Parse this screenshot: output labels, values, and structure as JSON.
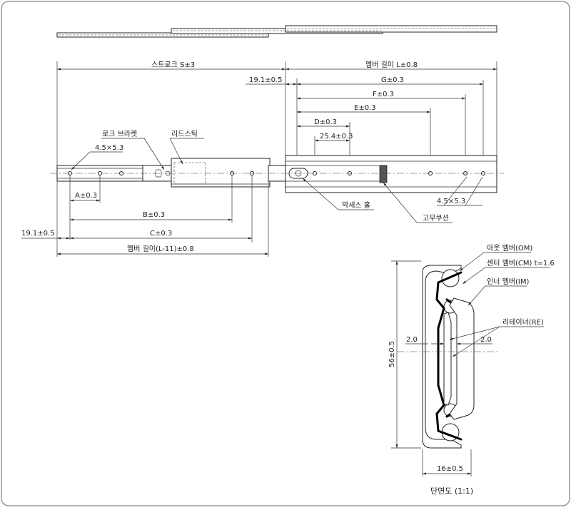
{
  "labels": {
    "stroke": "스트로크 S±3",
    "member_length": "멤버 길이 L±0.8",
    "offset_top": "19.1±0.5",
    "g": "G±0.3",
    "f": "F±0.3",
    "e": "E±0.3",
    "d": "D±0.3",
    "d254": "25.4±0.3",
    "lock_bracket": "로크 브라켓",
    "lead_stick": "리드스틱",
    "slot_left": "4.5×5.3",
    "a": "A±0.3",
    "b": "B±0.3",
    "c": "C±0.3",
    "offset_left": "19.1±0.5",
    "member_length_short": "멤버 길이(L-11)±0.8",
    "access_hole": "악세스 홀",
    "rubber_cushion": "고무쿠션",
    "slot_right": "4.5×5.3",
    "outer_member": "아웃 멤버(OM)",
    "center_member": "센터 멤버(CM) t=1.6",
    "inner_member": "인너 멤버(IM)",
    "retainer": "리테이너(RE)",
    "gap_left": "2.0",
    "gap_right": "2.0",
    "height": "56±0.5",
    "width": "16±0.5",
    "section_title": "단면도 (1:1)"
  }
}
